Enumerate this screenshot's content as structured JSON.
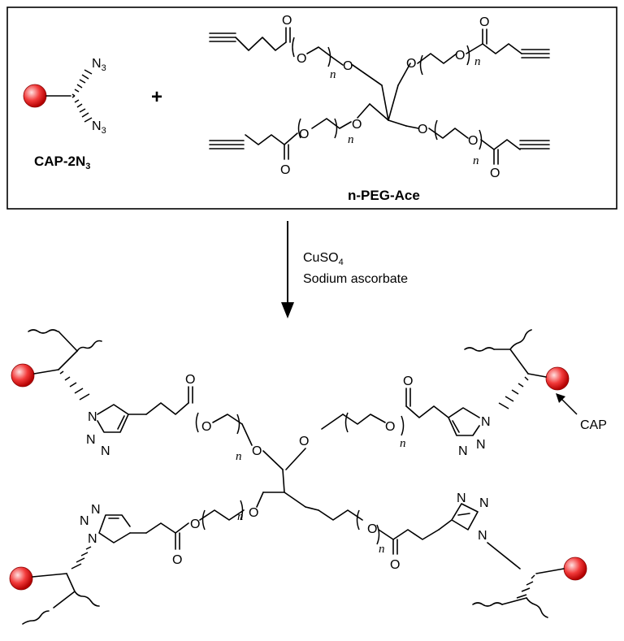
{
  "reactants": {
    "cap_label": "CAP-2N",
    "cap_label_sub": "3",
    "peg_label": "n-PEG-Ace",
    "plus": "+"
  },
  "atoms": {
    "N": "N",
    "N3": "N",
    "N3_sub": "3",
    "O": "O",
    "n": "n"
  },
  "conditions": {
    "line1": "CuSO",
    "line1_sub": "4",
    "line2": "Sodium ascorbate"
  },
  "product": {
    "cap_pointer_label": "CAP"
  },
  "colors": {
    "sphere_highlight": "#ffe0e0",
    "sphere_mid": "#f23a3a",
    "sphere_edge": "#b30000"
  }
}
